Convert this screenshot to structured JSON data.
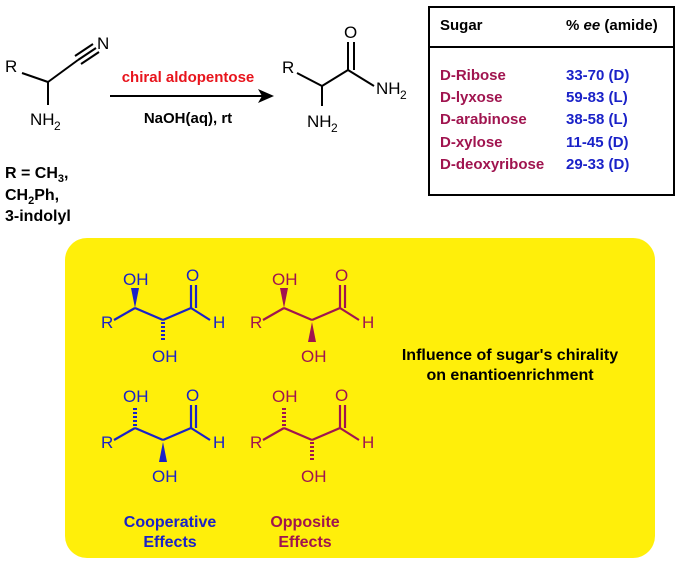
{
  "reaction": {
    "reactant_labels": {
      "R": "R",
      "N": "N",
      "NH2": "NH",
      "sub2": "2"
    },
    "product_labels": {
      "R": "R",
      "O": "O",
      "NH2a": "NH",
      "NH2b": "NH",
      "sub2": "2"
    },
    "arrow_top": "chiral aldopentose",
    "arrow_bottom": "NaOH(aq), rt",
    "r_definition": {
      "line1": "R = CH",
      "line1_sub": "3",
      "line1_end": ",",
      "line2": "CH",
      "line2_sub": "2",
      "line2_end": "Ph,",
      "line3": "3-indolyl"
    }
  },
  "table": {
    "headers": [
      "Sugar",
      "% ",
      "ee",
      " (amide)"
    ],
    "rows": [
      {
        "sugar": "D-Ribose",
        "ee": "33-70 (D)"
      },
      {
        "sugar": "D-lyxose",
        "ee": "59-83 (L)"
      },
      {
        "sugar": "D-arabinose",
        "ee": "38-58 (L)"
      },
      {
        "sugar": "D-xylose",
        "ee": "11-45 (D)"
      },
      {
        "sugar": "D-deoxyribose",
        "ee": "29-33 (D)"
      }
    ]
  },
  "panel": {
    "title_line1": "Influence of sugar's chirality",
    "title_line2": "on enantioenrichment",
    "cooperative_line1": "Cooperative",
    "cooperative_line2": "Effects",
    "opposite_line1": "Opposite",
    "opposite_line2": "Effects",
    "atoms": {
      "OH": "OH",
      "O": "O",
      "H": "H",
      "R": "R"
    }
  },
  "colors": {
    "red": "#e8141c",
    "sugar_purple": "#a0144f",
    "blue": "#1a22c8",
    "maroon": "#a0144f",
    "panel_yellow": "#ffef0a"
  }
}
